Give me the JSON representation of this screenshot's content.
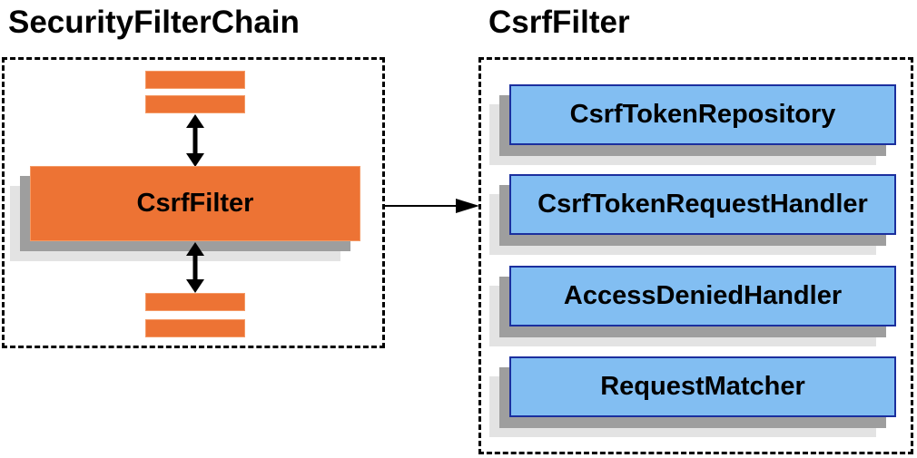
{
  "diagram": {
    "left_panel": {
      "title": "SecurityFilterChain",
      "filter_box_label": "CsrfFilter"
    },
    "right_panel": {
      "title": "CsrfFilter",
      "components": [
        {
          "label": "CsrfTokenRepository"
        },
        {
          "label": "CsrfTokenRequestHandler"
        },
        {
          "label": "AccessDeniedHandler"
        },
        {
          "label": "RequestMatcher"
        }
      ]
    },
    "colors": {
      "accent_orange": "#ED7334",
      "orange_border": "#F49A66",
      "component_blue": "#82BEF2",
      "component_border_blue": "#1B2F9E",
      "shadow_dark": "#9E9E9E",
      "shadow_light": "#E3E3E3",
      "line_black": "#000000"
    }
  }
}
